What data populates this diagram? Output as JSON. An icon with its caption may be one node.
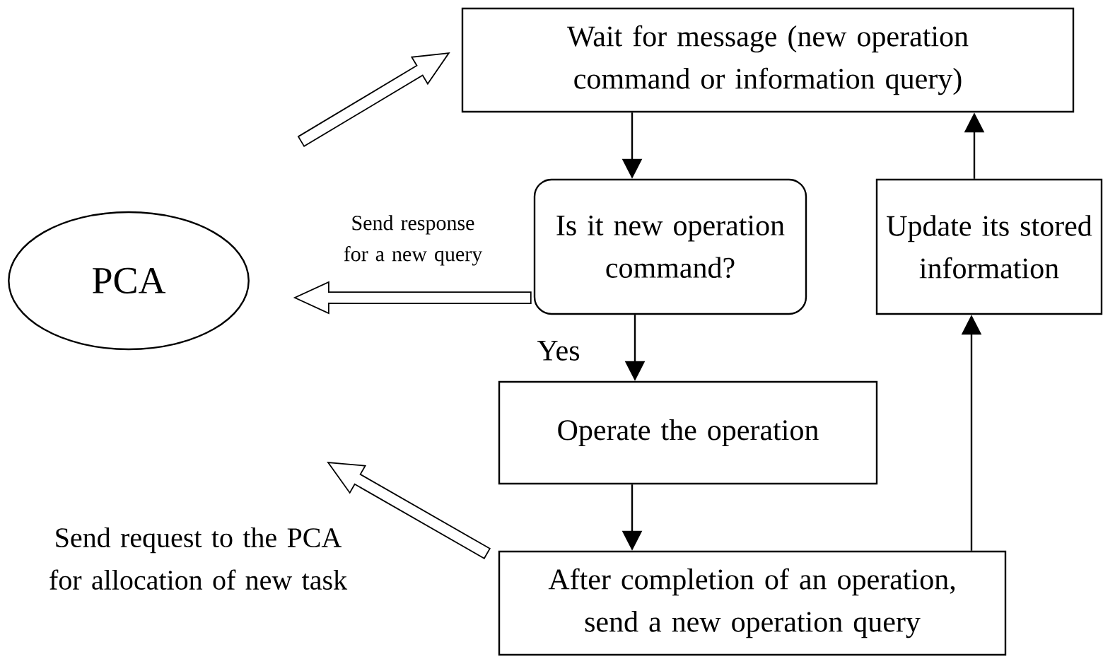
{
  "diagram": {
    "nodes": [
      {
        "text": [
          "Wait for message (new operation command or information query)"
        ]
      },
      {
        "text": [
          "Is it new operation command?"
        ]
      },
      {
        "text": [
          "Update its stored information"
        ]
      },
      {
        "text": [
          "PCA"
        ]
      },
      {
        "text": [
          "Operate the operation"
        ]
      },
      {
        "text": [
          "After completion of an operation, send a new operation query"
        ]
      }
    ],
    "edges": [
      {
        "from": null,
        "to": 0,
        "arrow": "to",
        "style": "thick"
      },
      {
        "from": 0,
        "to": 1,
        "arrow": "to"
      },
      {
        "from": 1,
        "to": 3,
        "arrow": "to",
        "style": "thick",
        "label": "Send response for a new query"
      },
      {
        "from": 1,
        "to": 4,
        "arrow": "to",
        "label": "Yes"
      },
      {
        "from": 4,
        "to": 5,
        "arrow": "to"
      },
      {
        "from": 5,
        "to": 2,
        "arrow": "to"
      },
      {
        "from": 2,
        "to": 0,
        "arrow": "to"
      },
      {
        "from": 5,
        "to": null,
        "arrow": "to",
        "style": "thick",
        "label": "Send request to the PCA for allocation of new task"
      }
    ]
  }
}
